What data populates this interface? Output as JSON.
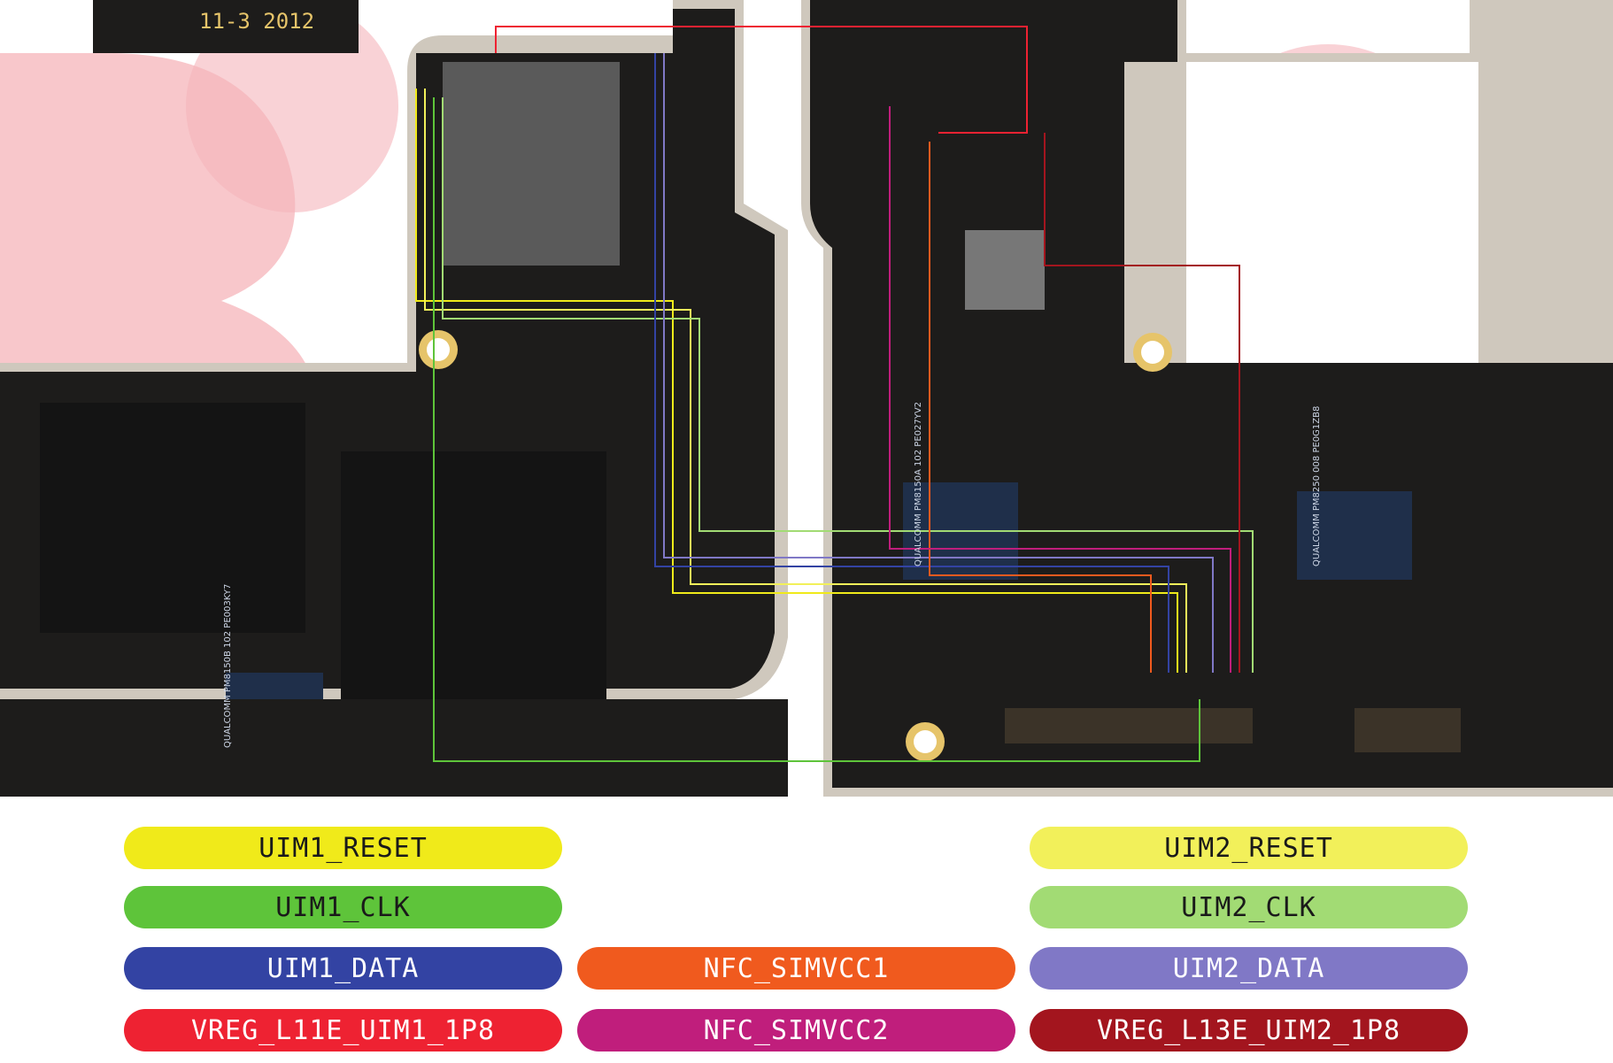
{
  "board": {
    "marking_text": "11-3 2012",
    "chip_labels": [
      "QUALCOMM PM8150B 102 PE003KY7",
      "QUALCOMM PM8150A 102 PE027YV2",
      "QUALCOMM PM8250 008 PE0G1ZB8"
    ]
  },
  "colors": {
    "board_dark": "#1d1c1b",
    "board_edge": "#cfc8bd",
    "watermark": "#f5b4ba"
  },
  "legend": [
    {
      "label": "UIM1_RESET",
      "color": "#f0ea1a",
      "text_color": "#1a1a1a"
    },
    {
      "label": "UIM2_RESET",
      "color": "#f2f05a",
      "text_color": "#1a1a1a"
    },
    {
      "label": "UIM1_CLK",
      "color": "#5ec43a",
      "text_color": "#1a1a1a"
    },
    {
      "label": "UIM2_CLK",
      "color": "#a2db74",
      "text_color": "#1a1a1a"
    },
    {
      "label": "UIM1_DATA",
      "color": "#3343a3",
      "text_color": "#ffffff"
    },
    {
      "label": "NFC_SIMVCC1",
      "color": "#f05a1e",
      "text_color": "#ffffff"
    },
    {
      "label": "UIM2_DATA",
      "color": "#8078c6",
      "text_color": "#ffffff"
    },
    {
      "label": "VREG_L11E_UIM1_1P8",
      "color": "#ee2232",
      "text_color": "#ffffff"
    },
    {
      "label": "NFC_SIMVCC2",
      "color": "#c01e7c",
      "text_color": "#ffffff"
    },
    {
      "label": "VREG_L13E_UIM2_1P8",
      "color": "#a3151e",
      "text_color": "#ffffff"
    }
  ]
}
